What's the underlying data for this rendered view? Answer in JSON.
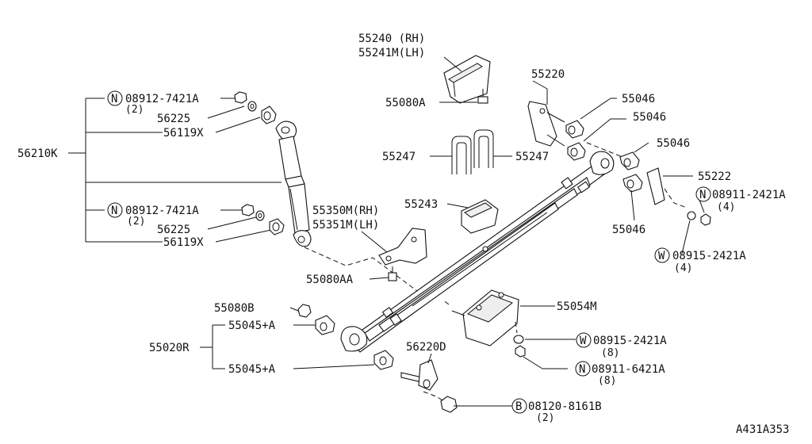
{
  "diagram_id": "A431A353",
  "callouts": {
    "p55240": "55240 (RH)",
    "p55241": "55241M(LH)",
    "p55080A": "55080A",
    "p55220": "55220",
    "p55046_a": "55046",
    "p55046_b": "55046",
    "p55046_c": "55046",
    "p55046_d": "55046",
    "p55222": "55222",
    "n089112421": "08911-2421A",
    "n089112421_qty": "(4)",
    "w089152421": "08915-2421A",
    "w089152421_qty": "(4)",
    "p55247_l": "55247",
    "p55247_r": "55247",
    "p55243": "55243",
    "p55350": "55350M(RH)",
    "p55351": "55351M(LH)",
    "p55080AA": "55080AA",
    "p55054": "55054M",
    "w089152421b": "08915-2421A",
    "w089152421b_qty": "(8)",
    "n089116421": "08911-6421A",
    "n089116421_qty": "(8)",
    "p56220D": "56220D",
    "b081208161": "08120-8161B",
    "b081208161_qty": "(2)",
    "p55080B": "55080B",
    "p55045_a": "55045+A",
    "p55045_b": "55045+A",
    "p55020R": "55020R",
    "p56210K": "56210K",
    "n089127421_top": "08912-7421A",
    "n089127421_top_qty": "(2)",
    "p56225_top": "56225",
    "p56119X_top": "56119X",
    "n089127421_bot": "08912-7421A",
    "n089127421_bot_qty": "(2)",
    "p56225_bot": "56225",
    "p56119X_bot": "56119X"
  },
  "symbols": {
    "nut": "N",
    "washer": "W",
    "bolt": "B"
  }
}
